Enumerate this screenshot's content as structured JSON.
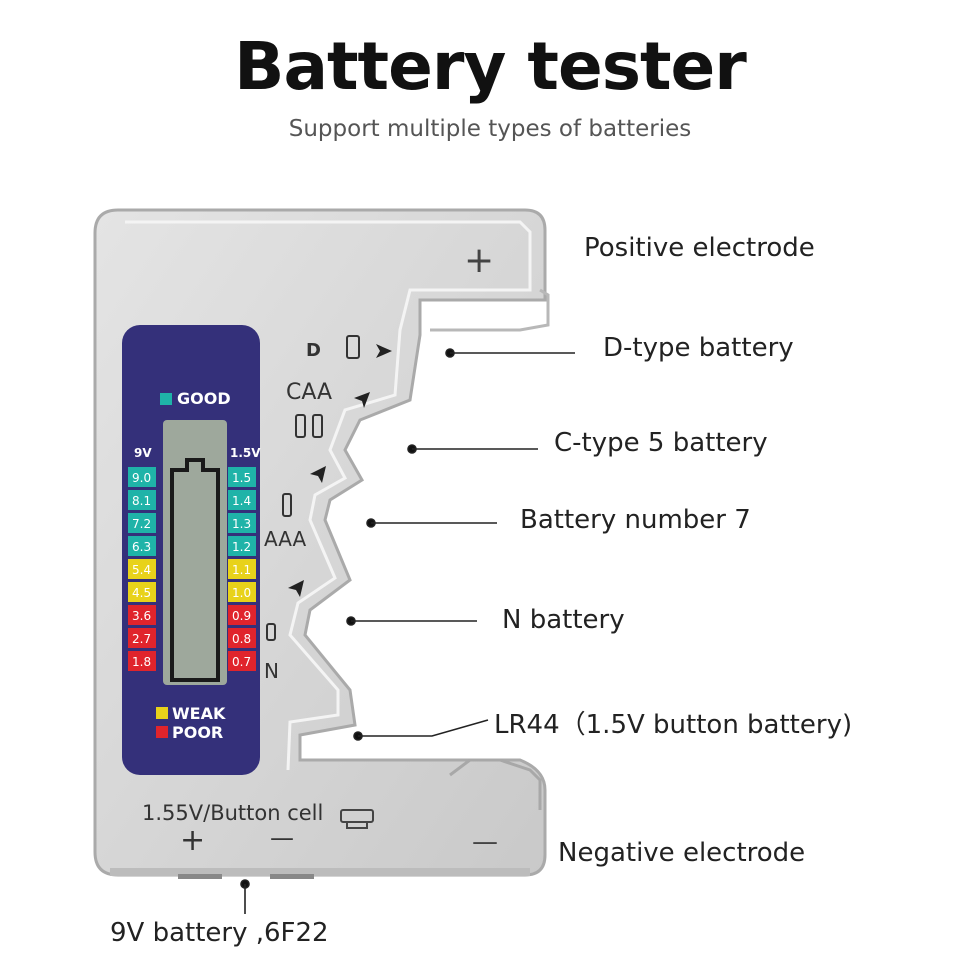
{
  "header": {
    "title": "Battery tester",
    "subtitle": "Support multiple types of batteries"
  },
  "callouts": {
    "positive": "Positive electrode",
    "d_type": "D-type battery",
    "c_type": "C-type 5 battery",
    "number7": "Battery number 7",
    "n_battery": "N battery",
    "lr44": "LR44（1.5V button battery)",
    "negative": "Negative electrode",
    "nine_volt": "9V battery ,6F22"
  },
  "device": {
    "slot_labels": {
      "d": "D",
      "caa": "CAA",
      "aaa": "AAA",
      "n": "N"
    },
    "bottom_label": "1.55V/Button cell",
    "plus_sign": "+",
    "minus_sign": "—",
    "lcd": {
      "good": "GOOD",
      "weak": "WEAK",
      "poor": "POOR",
      "left_header": "9V",
      "right_header": "1.5V",
      "left_scale": [
        "9.0",
        "8.1",
        "7.2",
        "6.3",
        "5.4",
        "4.5",
        "3.6",
        "2.7",
        "1.8"
      ],
      "right_scale": [
        "1.5",
        "1.4",
        "1.3",
        "1.2",
        "1.1",
        "1.0",
        "0.9",
        "0.8",
        "0.7"
      ]
    },
    "colors": {
      "body": "#d8d8d8",
      "panel": "#34307a",
      "good": "#1fb3a8",
      "weak": "#e8d21a",
      "poor": "#e0242c",
      "screen": "#9ea89c"
    }
  }
}
